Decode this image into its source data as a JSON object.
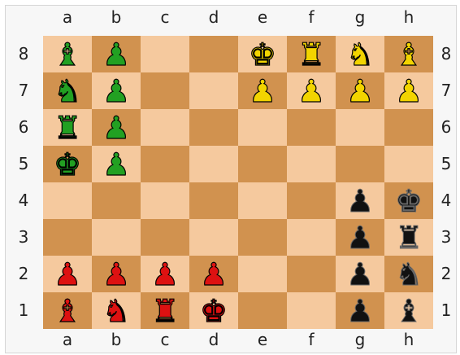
{
  "board": {
    "files": [
      "a",
      "b",
      "c",
      "d",
      "e",
      "f",
      "g",
      "h"
    ],
    "ranks": [
      "8",
      "7",
      "6",
      "5",
      "4",
      "3",
      "2",
      "1"
    ],
    "colors": {
      "light_square": "#f5c99e",
      "dark_square": "#d1924f",
      "green": "#22a022",
      "yellow": "#f2d400",
      "red": "#dd1111",
      "black": "#111111"
    },
    "pieces": [
      {
        "square": "a8",
        "piece": "bishop",
        "color": "green"
      },
      {
        "square": "b8",
        "piece": "pawn",
        "color": "green"
      },
      {
        "square": "e8",
        "piece": "king",
        "color": "yellow"
      },
      {
        "square": "f8",
        "piece": "rook",
        "color": "yellow"
      },
      {
        "square": "g8",
        "piece": "knight",
        "color": "yellow"
      },
      {
        "square": "h8",
        "piece": "bishop",
        "color": "yellow"
      },
      {
        "square": "a7",
        "piece": "knight",
        "color": "green"
      },
      {
        "square": "b7",
        "piece": "pawn",
        "color": "green"
      },
      {
        "square": "e7",
        "piece": "pawn",
        "color": "yellow"
      },
      {
        "square": "f7",
        "piece": "pawn",
        "color": "yellow"
      },
      {
        "square": "g7",
        "piece": "pawn",
        "color": "yellow"
      },
      {
        "square": "h7",
        "piece": "pawn",
        "color": "yellow"
      },
      {
        "square": "a6",
        "piece": "rook",
        "color": "green"
      },
      {
        "square": "b6",
        "piece": "pawn",
        "color": "green"
      },
      {
        "square": "a5",
        "piece": "king",
        "color": "green"
      },
      {
        "square": "b5",
        "piece": "pawn",
        "color": "green"
      },
      {
        "square": "g4",
        "piece": "pawn",
        "color": "black"
      },
      {
        "square": "h4",
        "piece": "king",
        "color": "black"
      },
      {
        "square": "g3",
        "piece": "pawn",
        "color": "black"
      },
      {
        "square": "h3",
        "piece": "rook",
        "color": "black"
      },
      {
        "square": "a2",
        "piece": "pawn",
        "color": "red"
      },
      {
        "square": "b2",
        "piece": "pawn",
        "color": "red"
      },
      {
        "square": "c2",
        "piece": "pawn",
        "color": "red"
      },
      {
        "square": "d2",
        "piece": "pawn",
        "color": "red"
      },
      {
        "square": "g2",
        "piece": "pawn",
        "color": "black"
      },
      {
        "square": "h2",
        "piece": "knight",
        "color": "black"
      },
      {
        "square": "a1",
        "piece": "bishop",
        "color": "red"
      },
      {
        "square": "b1",
        "piece": "knight",
        "color": "red"
      },
      {
        "square": "c1",
        "piece": "rook",
        "color": "red"
      },
      {
        "square": "d1",
        "piece": "king",
        "color": "red"
      },
      {
        "square": "g1",
        "piece": "pawn",
        "color": "black"
      },
      {
        "square": "h1",
        "piece": "bishop",
        "color": "black"
      }
    ]
  }
}
